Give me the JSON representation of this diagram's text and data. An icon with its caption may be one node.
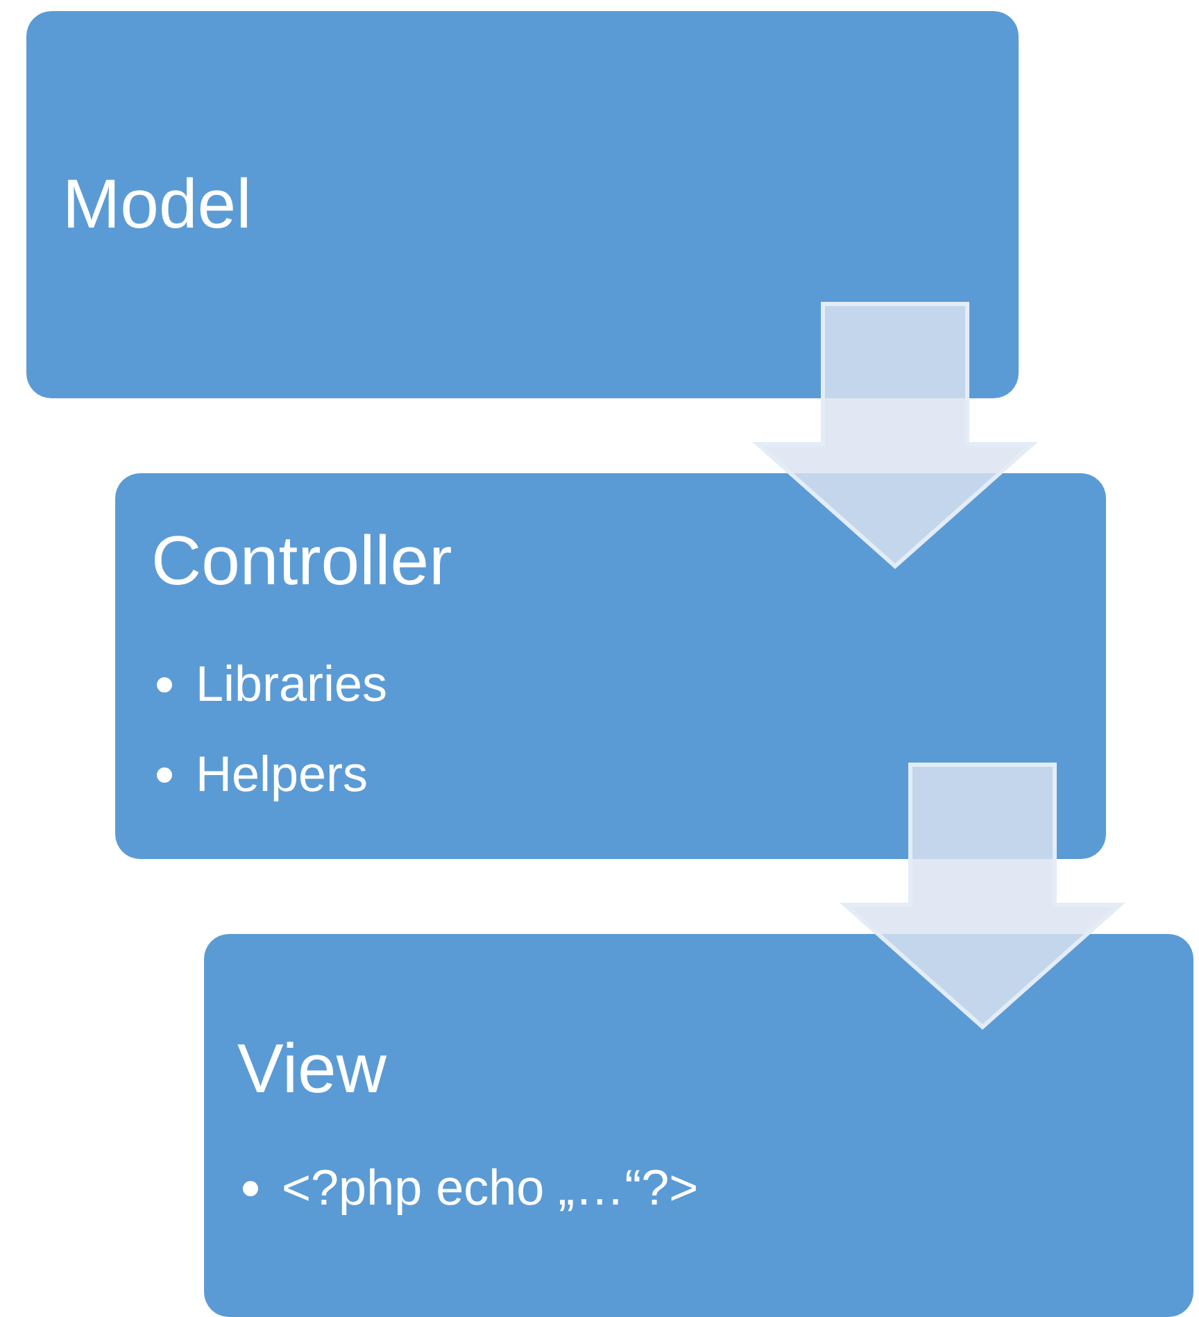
{
  "diagram": {
    "nodes": [
      {
        "text": [
          "Model"
        ]
      },
      {
        "text": [
          "Controller",
          "Libraries",
          "Helpers"
        ]
      },
      {
        "text": [
          "View",
          "<?php echo „…“?>"
        ]
      }
    ],
    "edges": [
      {
        "from": 0,
        "to": 1,
        "arrow": "to",
        "style": "thick"
      },
      {
        "from": 1,
        "to": 2,
        "arrow": "to",
        "style": "thick"
      }
    ]
  }
}
